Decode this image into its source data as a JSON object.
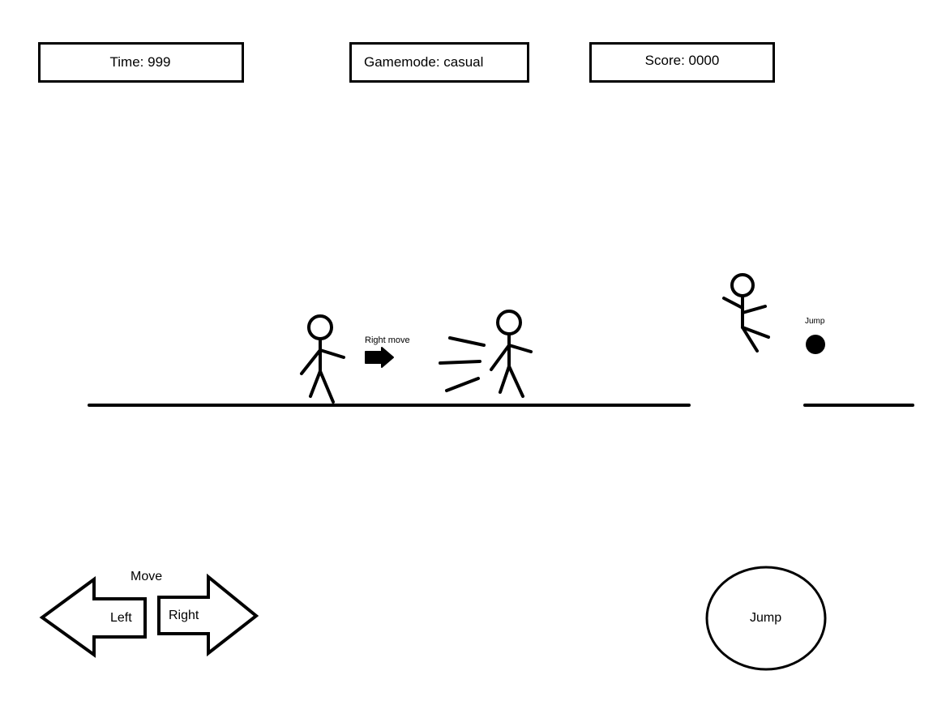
{
  "hud": {
    "time_label": "Time: 999",
    "gamemode_label": "Gamemode: casual",
    "score_label": "Score: 0000"
  },
  "scene": {
    "right_move_annotation": "Right move",
    "jump_annotation": "Jump"
  },
  "controls": {
    "move_label": "Move",
    "left_label": "Left",
    "right_label": "Right",
    "jump_label": "Jump"
  }
}
